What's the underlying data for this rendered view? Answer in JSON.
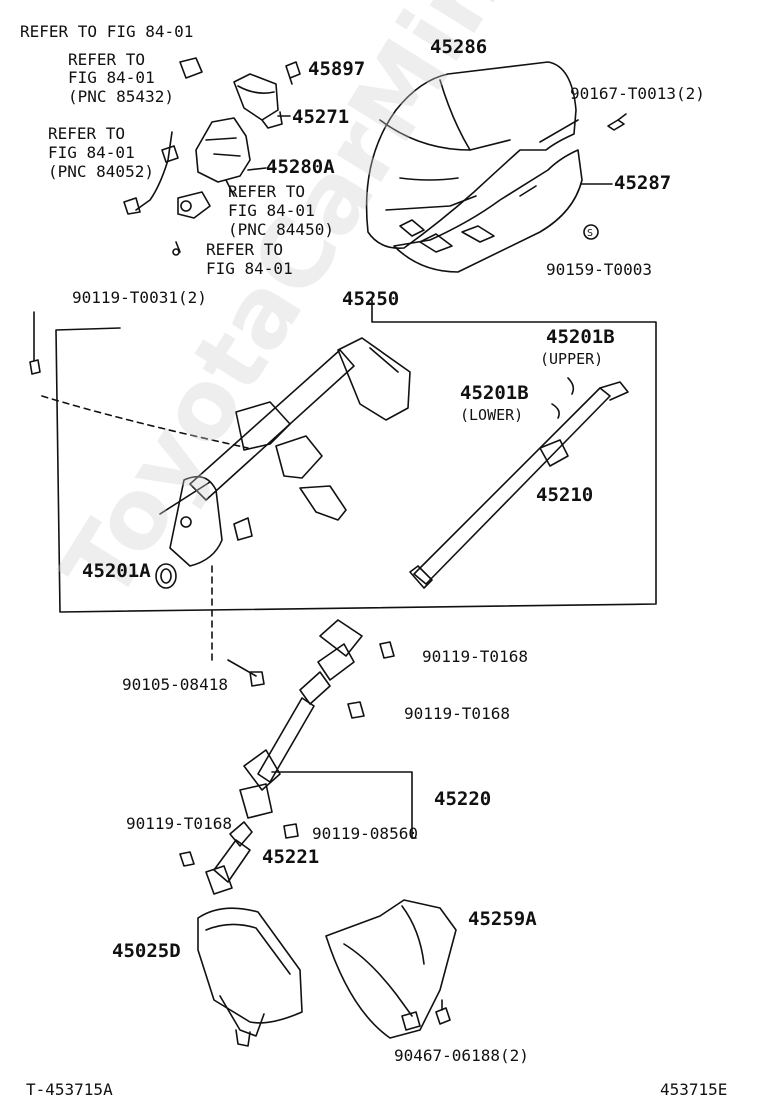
{
  "labels": {
    "refer_top": "REFER TO FIG 84-01",
    "refer_85432_a": "REFER TO",
    "refer_85432_b": "FIG 84-01",
    "refer_85432_c": "(PNC 85432)",
    "refer_84052_a": "REFER TO",
    "refer_84052_b": "FIG 84-01",
    "refer_84052_c": "(PNC 84052)",
    "refer_84450_a": "REFER TO",
    "refer_84450_b": "FIG 84-01",
    "refer_84450_c": "(PNC 84450)",
    "refer_plain_a": "REFER TO",
    "refer_plain_b": "FIG 84-01",
    "p45897": "45897",
    "p45271": "45271",
    "p45280A": "45280A",
    "p45286": "45286",
    "p90167": "90167-T0013(2)",
    "p45287": "45287",
    "p90159": "90159-T0003",
    "p90119_t0031": "90119-T0031(2)",
    "p45250": "45250",
    "p45201B_upper": "45201B",
    "upper": "(UPPER)",
    "p45201B_lower": "45201B",
    "lower": "(LOWER)",
    "p45210": "45210",
    "p45201A": "45201A",
    "p90119_t0168_a": "90119-T0168",
    "p90105": "90105-08418",
    "p90119_t0168_b": "90119-T0168",
    "p45220": "45220",
    "p90119_t0168_c": "90119-T0168",
    "p90119_08560": "90119-08560",
    "p45221": "45221",
    "p45259A": "45259A",
    "p45025D": "45025D",
    "p90467": "90467-06188(2)",
    "footer_left": "T-453715A",
    "footer_right": "453715E"
  },
  "watermark": "ToyotaCarMine.ru"
}
